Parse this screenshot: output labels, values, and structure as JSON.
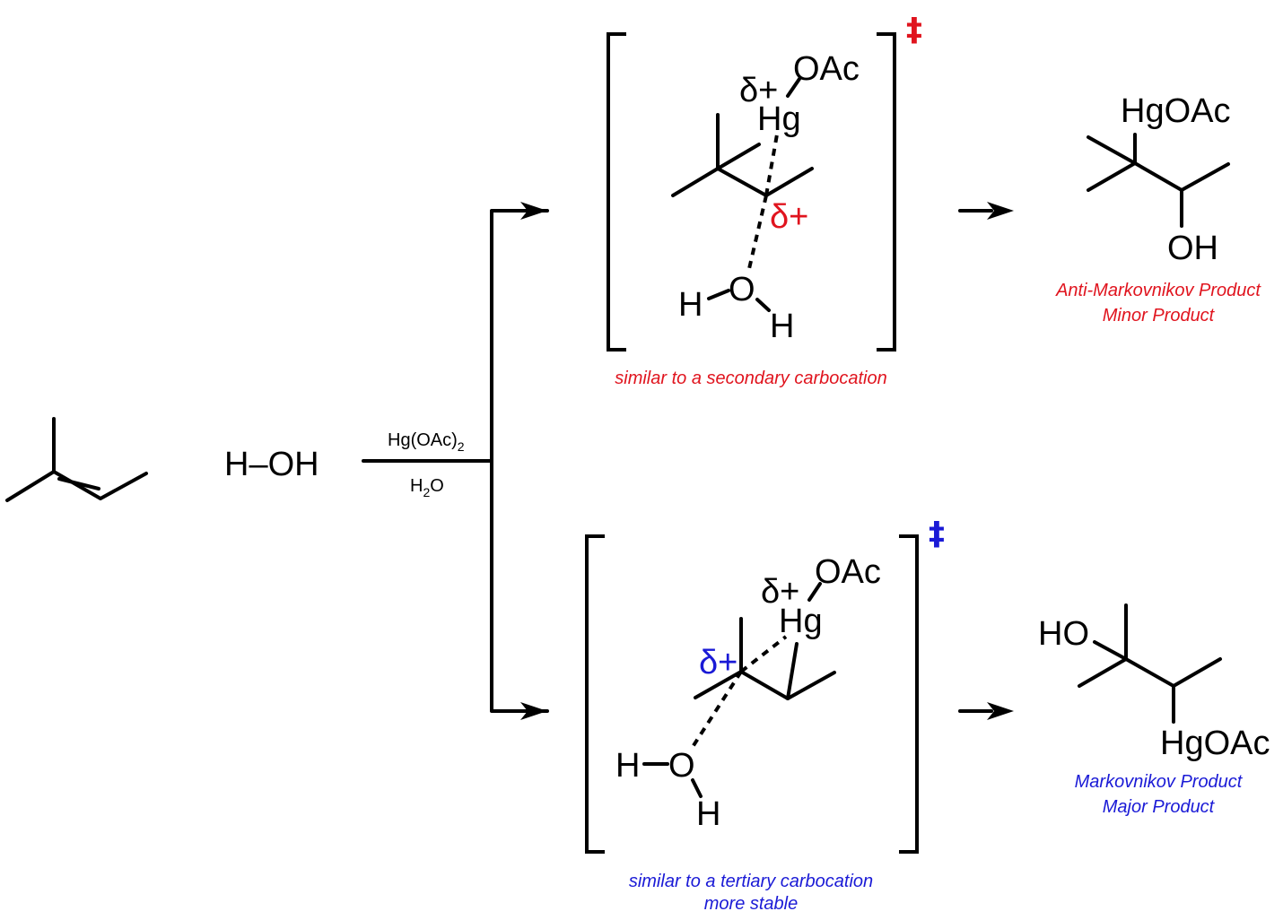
{
  "reactants": {
    "water": "H–OH"
  },
  "reagents": {
    "top_main": "Hg(OAc)",
    "top_subscript": "2",
    "bottom_main_pre": "H",
    "bottom_subscript": "2",
    "bottom_main_post": "O"
  },
  "ts_top": {
    "delta_hg": "δ+",
    "hg": "Hg",
    "oac": "OAc",
    "delta_carbon": "δ+",
    "water_h1": "H",
    "water_o": "O",
    "water_h2": "H",
    "dagger": "‡",
    "caption": "similar to a secondary carbocation"
  },
  "ts_bottom": {
    "delta_hg": "δ+",
    "hg": "Hg",
    "oac": "OAc",
    "delta_carbon": "δ+",
    "water_h1": "H",
    "water_o": "O",
    "water_h2": "H",
    "dagger": "‡",
    "caption_line1": "similar to a tertiary carbocation",
    "caption_line2": "more stable"
  },
  "product_top": {
    "hgoac": "HgOAc",
    "oh": "OH",
    "label_line1": "Anti-Markovnikov Product",
    "label_line2": "Minor Product"
  },
  "product_bottom": {
    "ho": "HO",
    "hgoac": "HgOAc",
    "label_line1": "Markovnikov Product",
    "label_line2": "Major Product"
  },
  "colors": {
    "minor_pathway": "#e0141e",
    "major_pathway": "#1a1ad6",
    "ink": "#000000"
  }
}
